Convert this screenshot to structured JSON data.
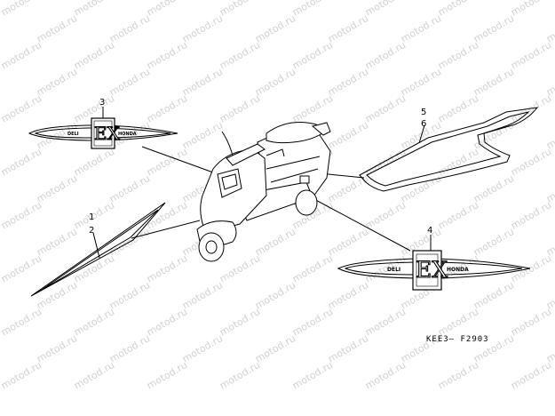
{
  "watermark": {
    "text": "motod.ru"
  },
  "callouts": {
    "c1": "1",
    "c2": "2",
    "c3": "3",
    "c4": "4",
    "c5": "5",
    "c6": "6"
  },
  "emblem": {
    "left_text": "DELI",
    "center_text": "EX",
    "right_text": "HONDA"
  },
  "diagram_code": "KEE3— F2903",
  "colors": {
    "line": "#000000",
    "watermark": "#d2d2d2",
    "background": "#ffffff"
  }
}
